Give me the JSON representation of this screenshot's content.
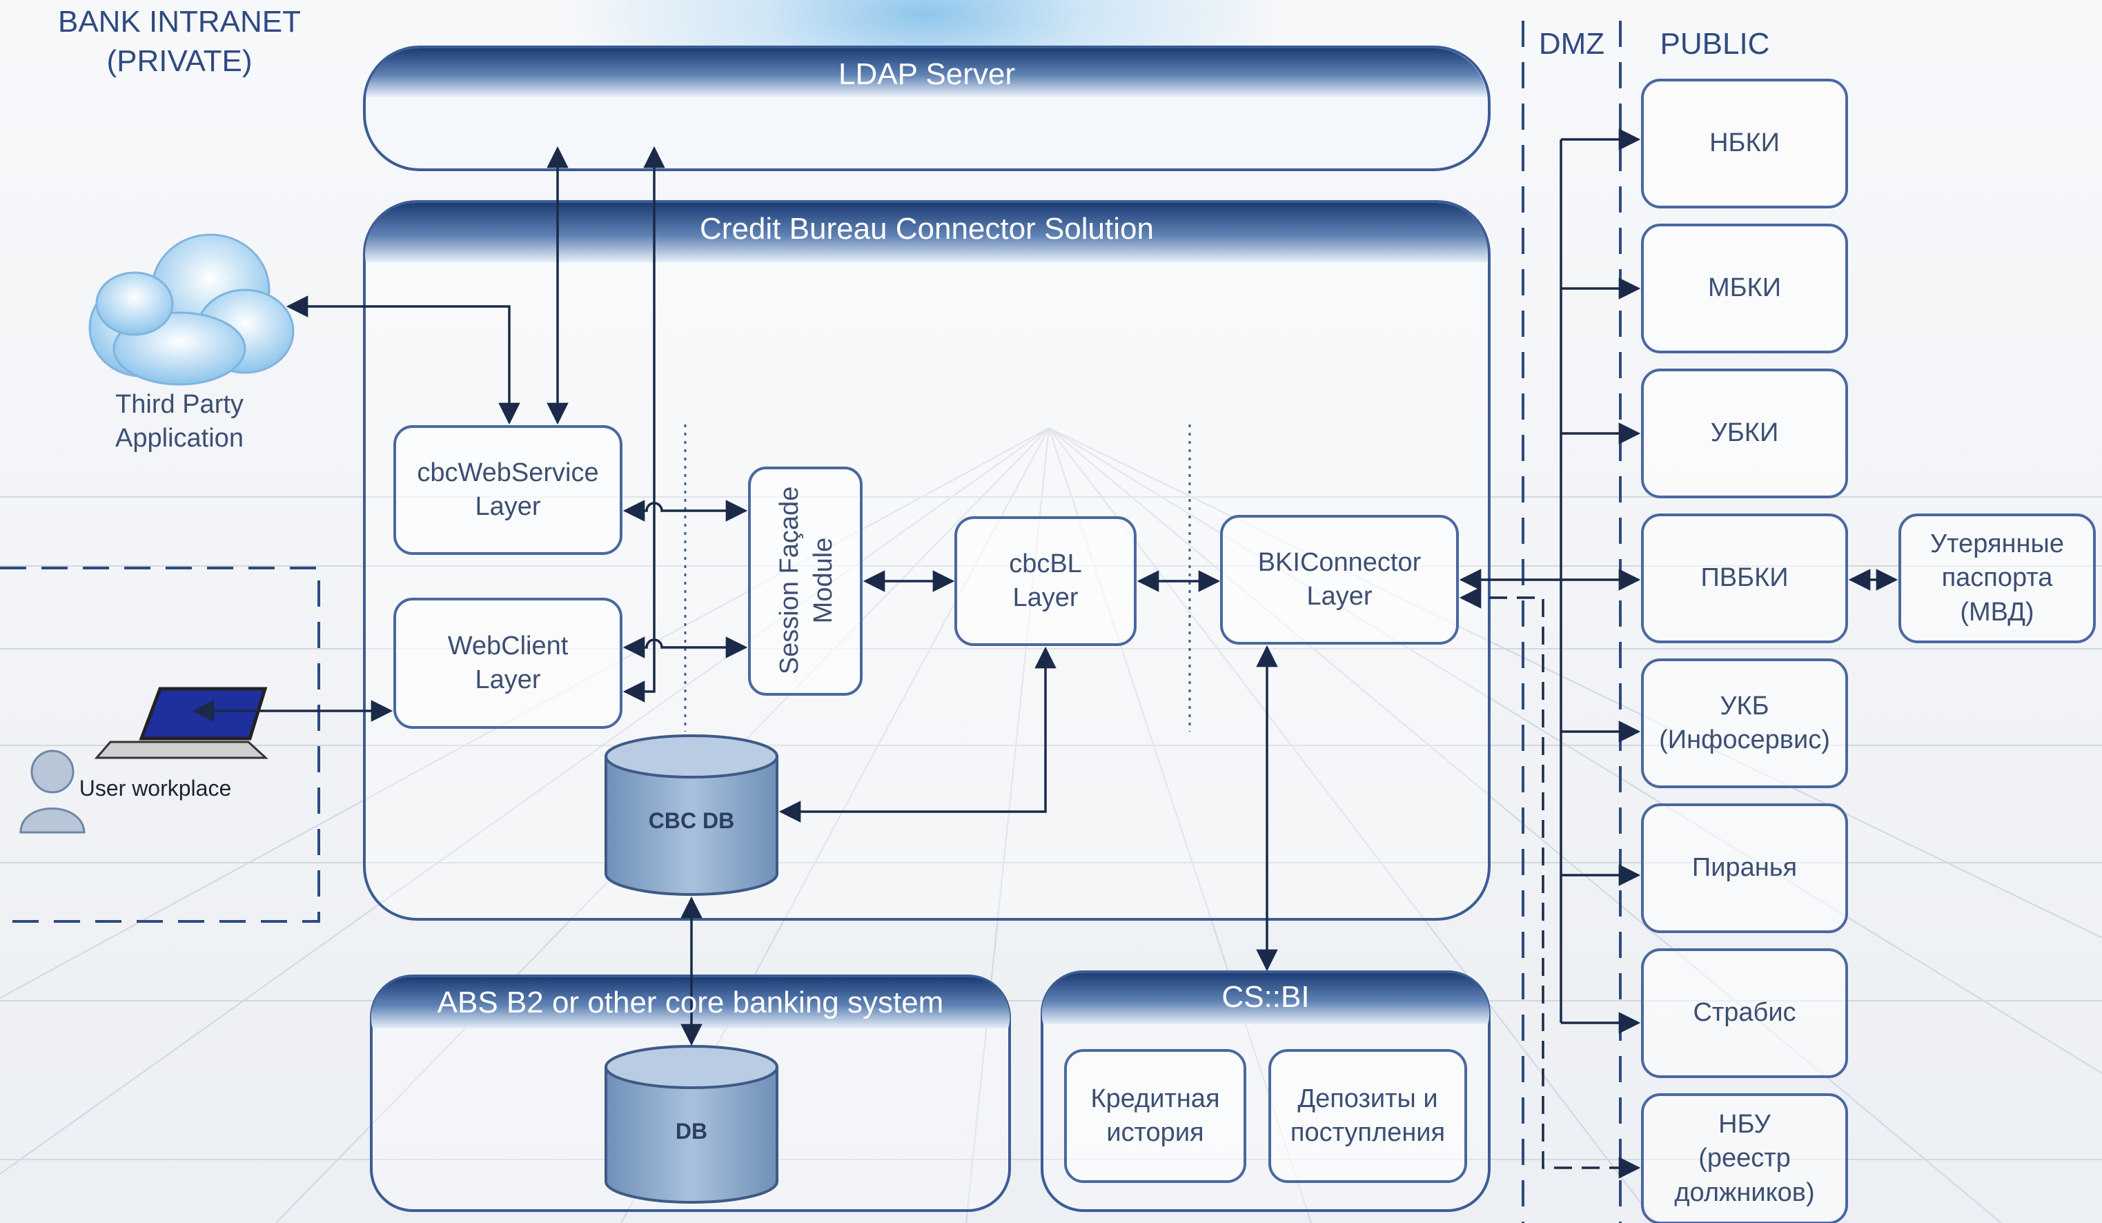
{
  "zones": {
    "private": "BANK INTRANET\n(PRIVATE)",
    "dmz": "DMZ",
    "public": "PUBLIC"
  },
  "ldap": {
    "title": "LDAP Server"
  },
  "cbc": {
    "title": "Credit Bureau Connector Solution",
    "web_service_layer": "cbcWebService\nLayer",
    "web_client_layer": "WebClient\nLayer",
    "session_facade": "Session Façade\nModule",
    "bl_layer": "cbcBL\nLayer",
    "bki_connector": "BKIConnector\nLayer",
    "db": "CBC DB"
  },
  "third_party": {
    "label": "Third Party\nApplication"
  },
  "user": {
    "label": "User workplace"
  },
  "abs": {
    "title": "ABS B2 or other core banking  system",
    "db": "DB"
  },
  "csbi": {
    "title": "CS::BI",
    "credit_history": "Кредитная\nистория",
    "deposits": "Депозиты и\nпоступления"
  },
  "bureaus": [
    "НБКИ",
    "МБКИ",
    "УБКИ",
    "ПВБКИ",
    "УКБ\n(Инфосервис)",
    "Пиранья",
    "Страбис",
    "НБУ\n(реестр\nдолжников)"
  ],
  "lost_passports": "Утерянные\nпаспорта\n(МВД)",
  "colors": {
    "line": "#2c4a7f",
    "box_border": "#4a68a0",
    "header_dark": "#1d3f7a",
    "db_fill": "#7f9fc4"
  }
}
